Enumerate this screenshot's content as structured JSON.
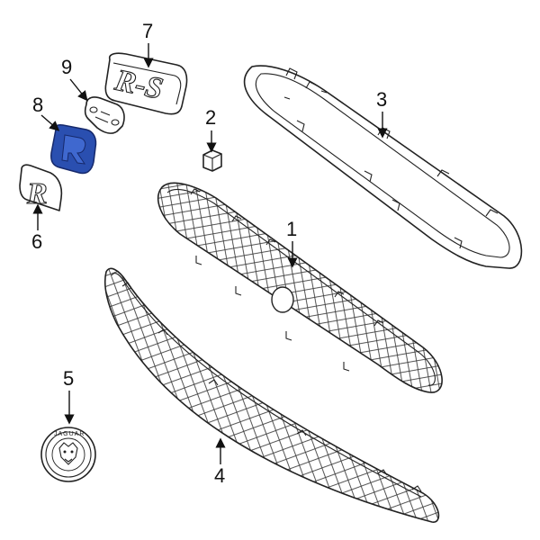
{
  "diagram": {
    "callouts": [
      {
        "id": "1",
        "label": "1"
      },
      {
        "id": "2",
        "label": "2"
      },
      {
        "id": "3",
        "label": "3"
      },
      {
        "id": "4",
        "label": "4"
      },
      {
        "id": "5",
        "label": "5"
      },
      {
        "id": "6",
        "label": "6"
      },
      {
        "id": "7",
        "label": "7"
      },
      {
        "id": "8",
        "label": "8"
      },
      {
        "id": "9",
        "label": "9"
      }
    ],
    "highlighted_part": "8",
    "highlight_color": "#2a4fb0",
    "line_color": "#222222",
    "background": "#ffffff",
    "badges": {
      "rs_badge_text": "R-S",
      "r_badge_text": "R",
      "emblem_text": "JAGUAR"
    }
  }
}
